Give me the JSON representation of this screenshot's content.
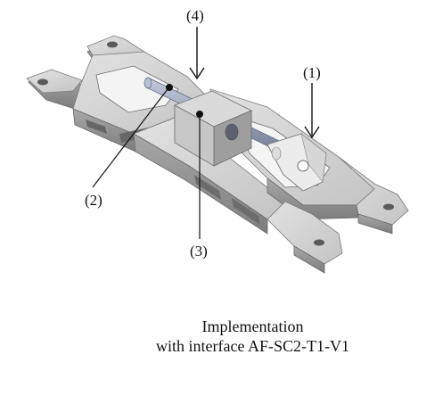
{
  "callouts": {
    "c1": "(1)",
    "c2": "(2)",
    "c3": "(3)",
    "c4": "(4)"
  },
  "caption": {
    "line1": "Implementation",
    "line2": "with interface AF-SC2-T1-V1"
  },
  "colors": {
    "body_metal": "#c9c9c9",
    "body_shadow": "#8f8f8f",
    "body_highlight": "#e6e6e6",
    "rod": "#a9b2c8",
    "line": "#111111"
  }
}
